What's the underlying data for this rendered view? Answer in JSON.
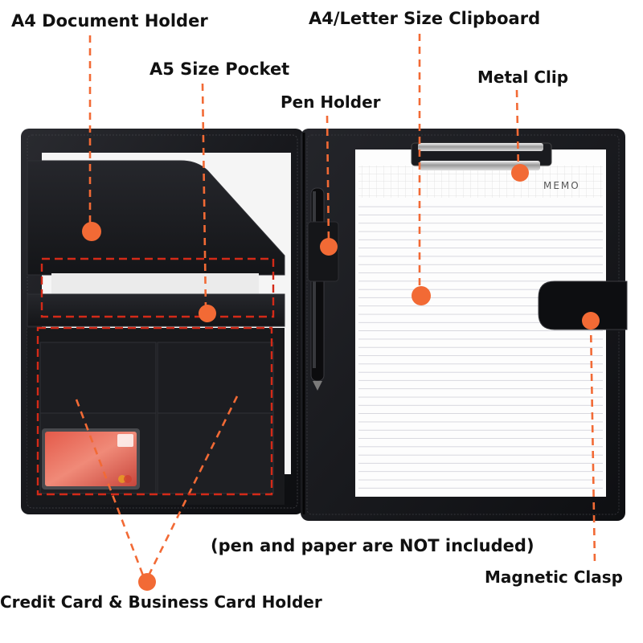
{
  "labels": {
    "a4_document_holder": "A4 Document Holder",
    "clipboard": "A4/Letter Size Clipboard",
    "a5_pocket": "A5 Size Pocket",
    "metal_clip": "Metal Clip",
    "pen_holder": "Pen Holder",
    "not_included_note": "(pen and paper are NOT included)",
    "magnetic_clasp": "Magnetic Clasp",
    "card_holder": "Credit Card & Business Card Holder"
  },
  "memo_text": "MEMO",
  "colors": {
    "accent": "#f26a35",
    "leather": "#15161a",
    "paper": "#ffffff",
    "memo_lines": "#c8c8d2",
    "memo_grid": "#dcdcdc"
  }
}
